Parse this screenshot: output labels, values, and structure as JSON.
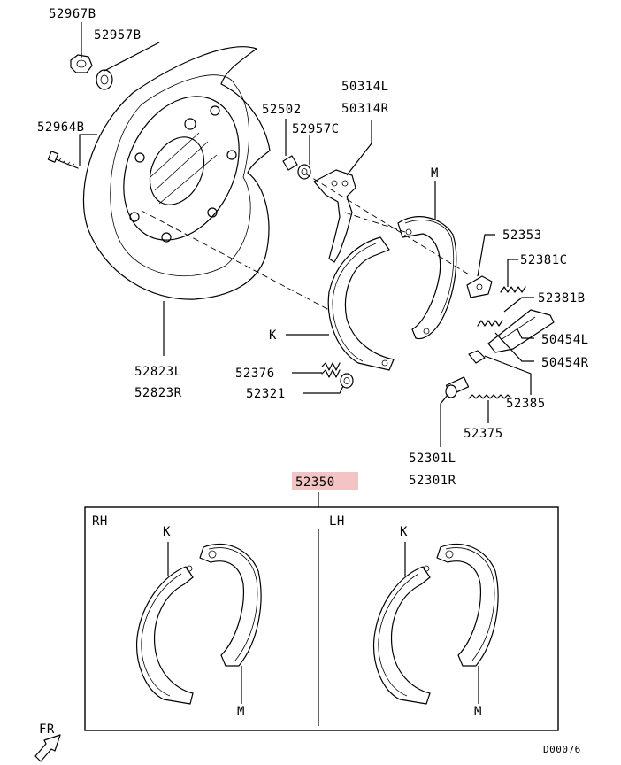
{
  "colors": {
    "highlight": "#f4c4c4",
    "line": "#000000",
    "background": "#ffffff"
  },
  "labels": {
    "p52967B": "52967B",
    "p52957B": "52957B",
    "p52964B": "52964B",
    "p52502": "52502",
    "p52957C": "52957C",
    "p50314L": "50314L",
    "p50314R": "50314R",
    "pM_top": "M",
    "p52353": "52353",
    "p52381C": "52381C",
    "p52381B": "52381B",
    "p50454L": "50454L",
    "p50454R": "50454R",
    "pK_top": "K",
    "p52376": "52376",
    "p52321": "52321",
    "p52385": "52385",
    "p52375": "52375",
    "p52301L": "52301L",
    "p52301R": "52301R",
    "p52823L": "52823L",
    "p52823R": "52823R",
    "p52350": "52350",
    "rh": "RH",
    "lh": "LH",
    "k_rh": "K",
    "m_rh": "M",
    "k_lh": "K",
    "m_lh": "M",
    "fr": "FR",
    "diagram_id": "D00076"
  },
  "icons": [
    "backing-plate",
    "brake-shoe",
    "spring",
    "nut",
    "washer",
    "bolt",
    "adjuster",
    "lever",
    "front-arrow"
  ]
}
